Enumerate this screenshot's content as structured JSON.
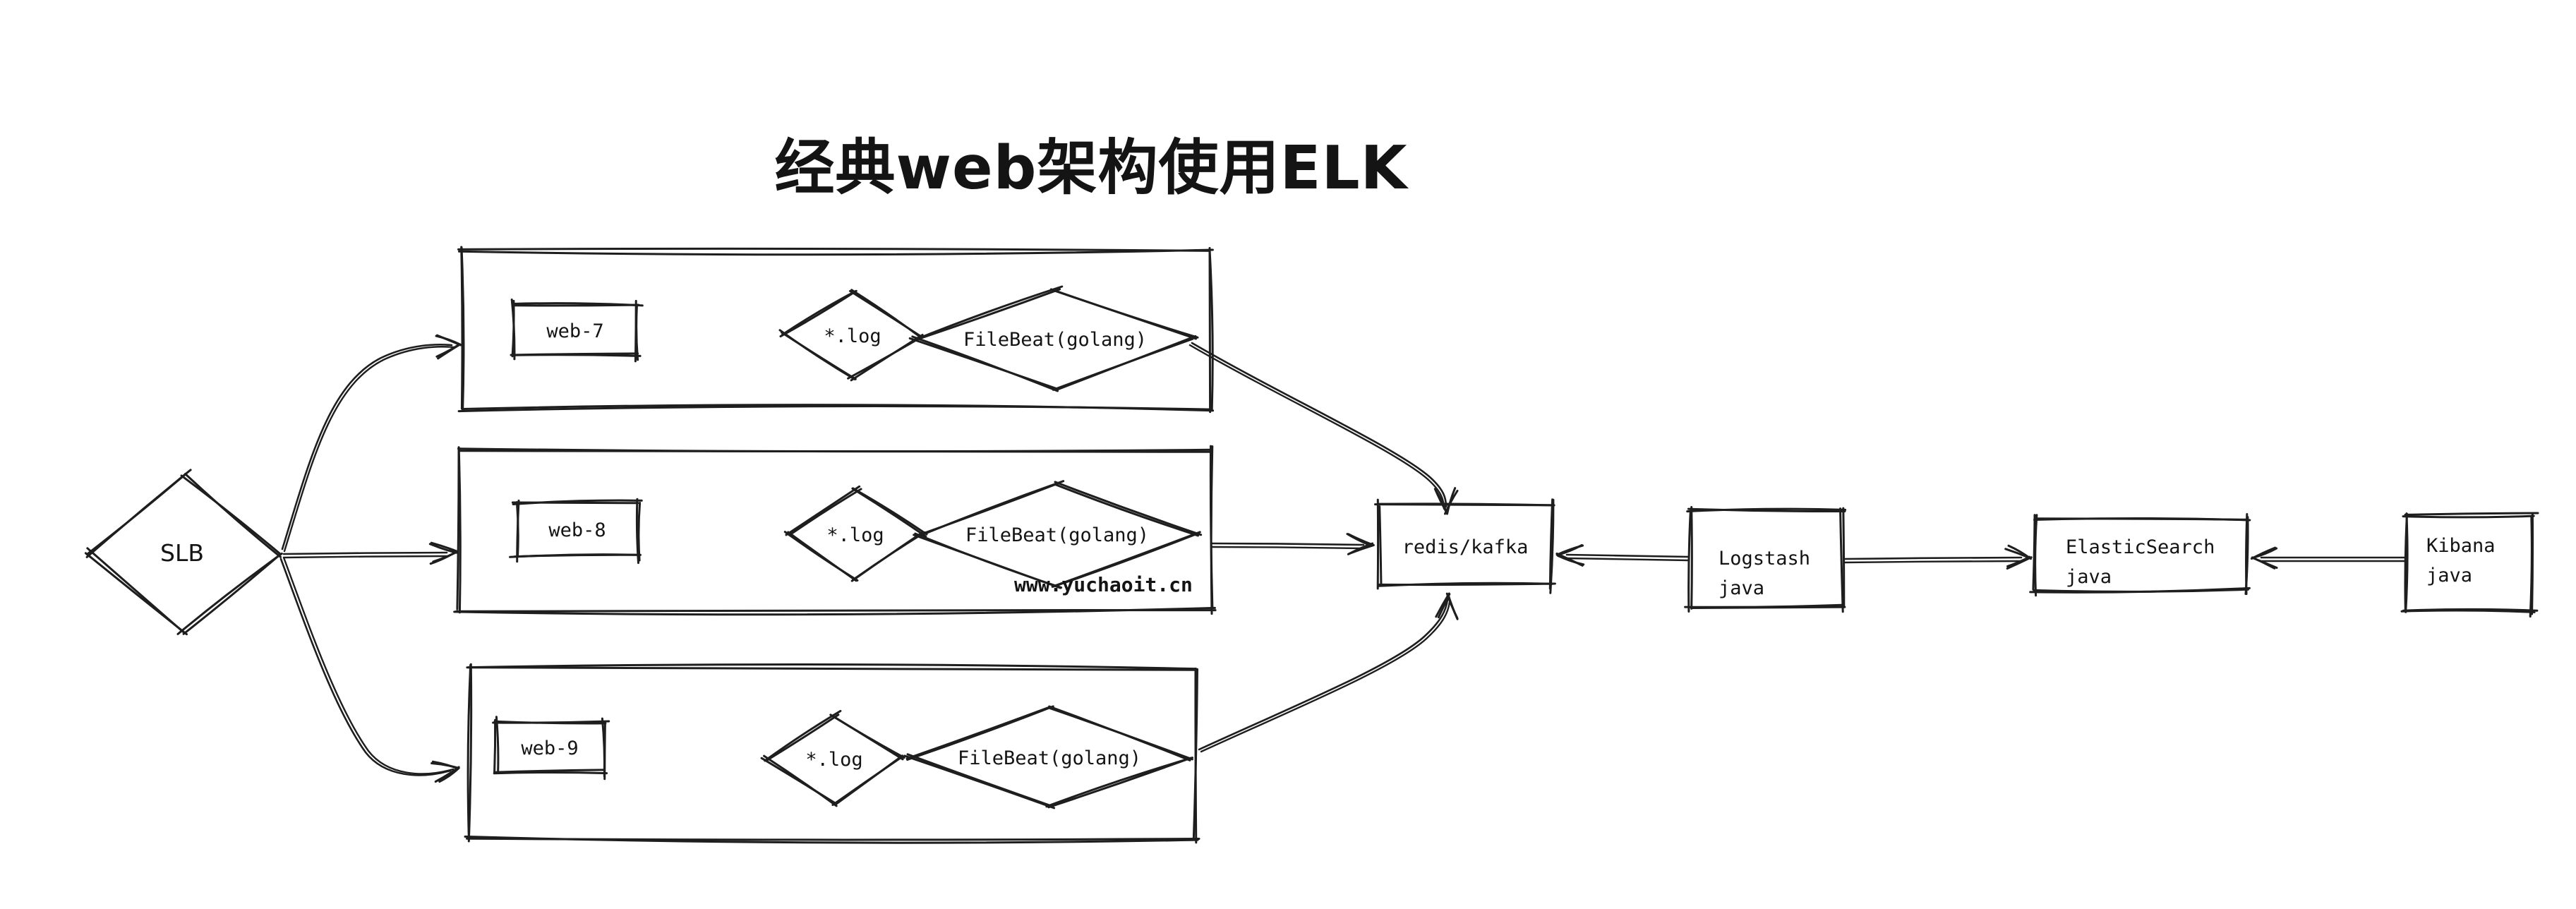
{
  "app": {
    "background": "#ffffff",
    "ink_color": "#1e1e1e"
  },
  "diagram": {
    "title": "经典web架构使用ELK",
    "watermark": "www.yuchaoit.cn",
    "nodes": {
      "slb": {
        "label": "SLB"
      },
      "web7": {
        "server": "web-7",
        "log": "*.log",
        "agent": "FileBeat(golang)"
      },
      "web8": {
        "server": "web-8",
        "log": "*.log",
        "agent": "FileBeat(golang)"
      },
      "web9": {
        "server": "web-9",
        "log": "*.log",
        "agent": "FileBeat(golang)"
      },
      "queue": {
        "label": "redis/kafka"
      },
      "logstash": {
        "line1": "Logstash",
        "line2": "java"
      },
      "elasticsearch": {
        "line1": "ElasticSearch",
        "line2": "java"
      },
      "kibana": {
        "line1": "Kibana",
        "line2": "java"
      }
    },
    "edges": [
      {
        "from": "SLB",
        "to": "web-7"
      },
      {
        "from": "SLB",
        "to": "web-8"
      },
      {
        "from": "SLB",
        "to": "web-9"
      },
      {
        "from": "web-7 FileBeat(golang)",
        "to": "redis/kafka"
      },
      {
        "from": "web-8",
        "to": "redis/kafka"
      },
      {
        "from": "web-9 FileBeat(golang)",
        "to": "redis/kafka"
      },
      {
        "from": "Logstash java",
        "to": "redis/kafka"
      },
      {
        "from": "Logstash java",
        "to": "ElasticSearch java"
      },
      {
        "from": "Kibana java",
        "to": "ElasticSearch java"
      }
    ]
  }
}
